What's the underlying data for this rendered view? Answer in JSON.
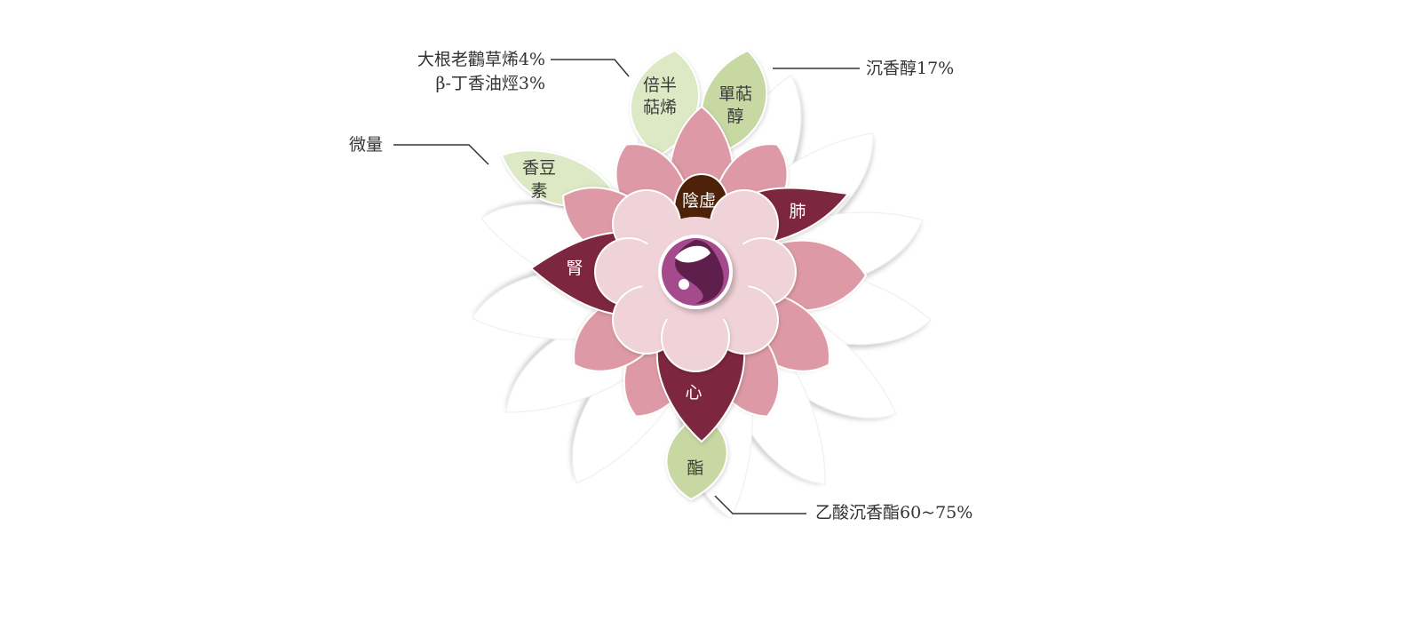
{
  "colors": {
    "white_petal": "#ffffff",
    "pink_petal": "#dd9aa6",
    "light_pink_petal": "#f0d3d9",
    "organ_petal": "#7d2840",
    "yin_petal": "#4e2209",
    "green_petal": "#c7d8a2",
    "pale_green_petal": "#dde8c4",
    "badge": "#a54a8c",
    "line": "#333333"
  },
  "center_badge": {
    "icon": "yin-yang-logo-icon"
  },
  "petals": {
    "yin_deficiency": "陰虛",
    "lung": "肺",
    "kidney": "腎",
    "heart": "心",
    "sesquiterpene": [
      "倍半",
      "萜烯"
    ],
    "monoterpene_alcohol": [
      "單萜",
      "醇"
    ],
    "coumarin": [
      "香豆",
      "素"
    ],
    "ester": "酯"
  },
  "callouts": {
    "sesquiterpene": [
      "大根老鸛草烯4%",
      "β-丁香油烴3%"
    ],
    "alcohol": "沉香醇17%",
    "coumarin": "微量",
    "ester": "乙酸沉香酯60~75%"
  }
}
